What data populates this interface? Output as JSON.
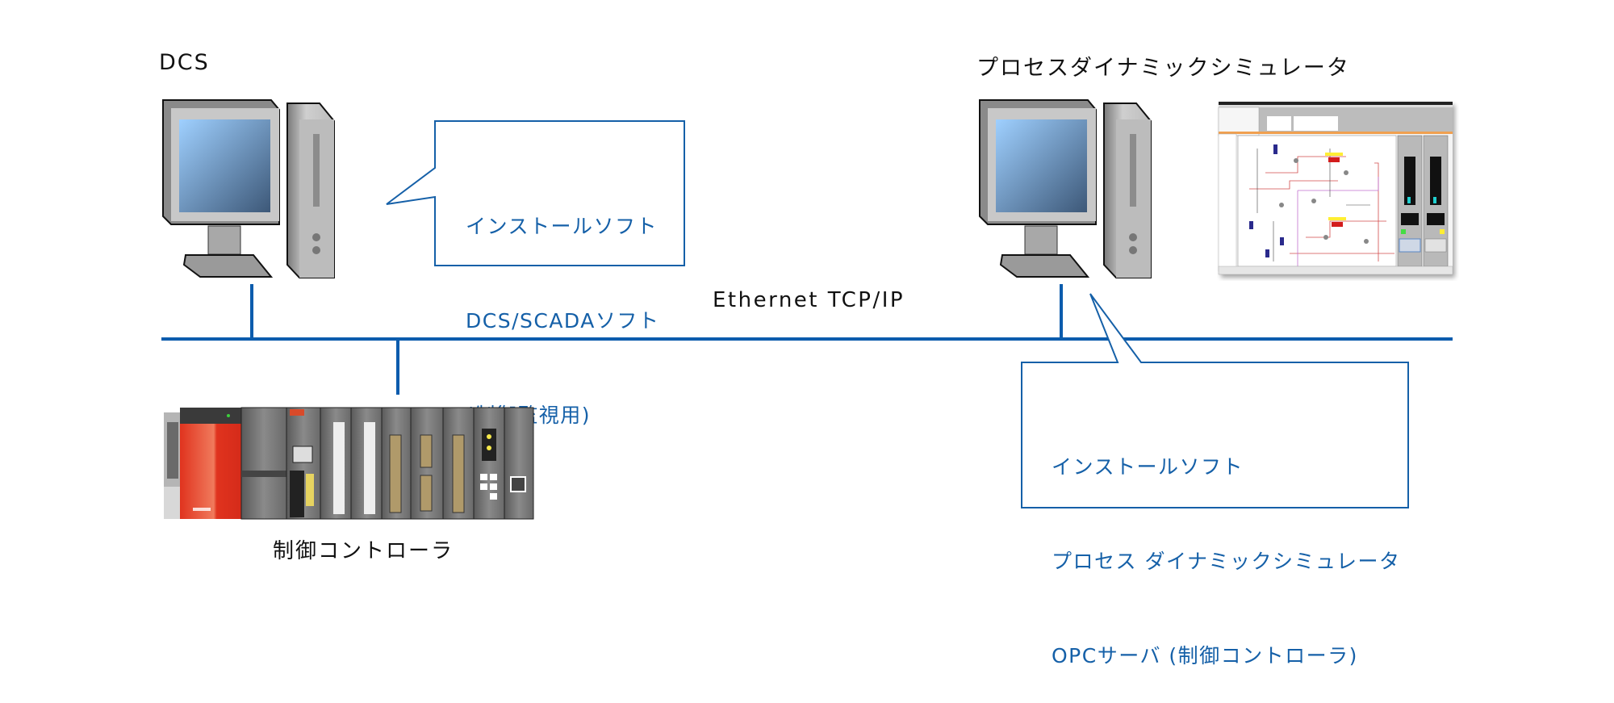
{
  "diagram": {
    "network_label": "Ethernet TCP/IP",
    "colors": {
      "network_line": "#0b5cad",
      "callout_border": "#1560a8",
      "callout_text": "#1560a8",
      "label_text": "#111111",
      "plc_cpu_red": "#e03a26"
    },
    "nodes": {
      "dcs": {
        "label": "DCS",
        "icon": "desktop-computer-icon",
        "callout": {
          "lines": [
            "インストールソフト",
            "DCS/SCADAソフト",
            "(制御監視用)"
          ]
        }
      },
      "simulator": {
        "label": "プロセスダイナミックシミュレータ",
        "icon": "desktop-computer-icon",
        "screenshot": "process-simulator-screenshot",
        "callout": {
          "lines": [
            "インストールソフト",
            "プロセス ダイナミックシミュレータ",
            "OPCサーバ (制御コントローラ)"
          ]
        }
      },
      "controller": {
        "label": "制御コントローラ",
        "icon": "plc-rack-icon"
      }
    }
  }
}
